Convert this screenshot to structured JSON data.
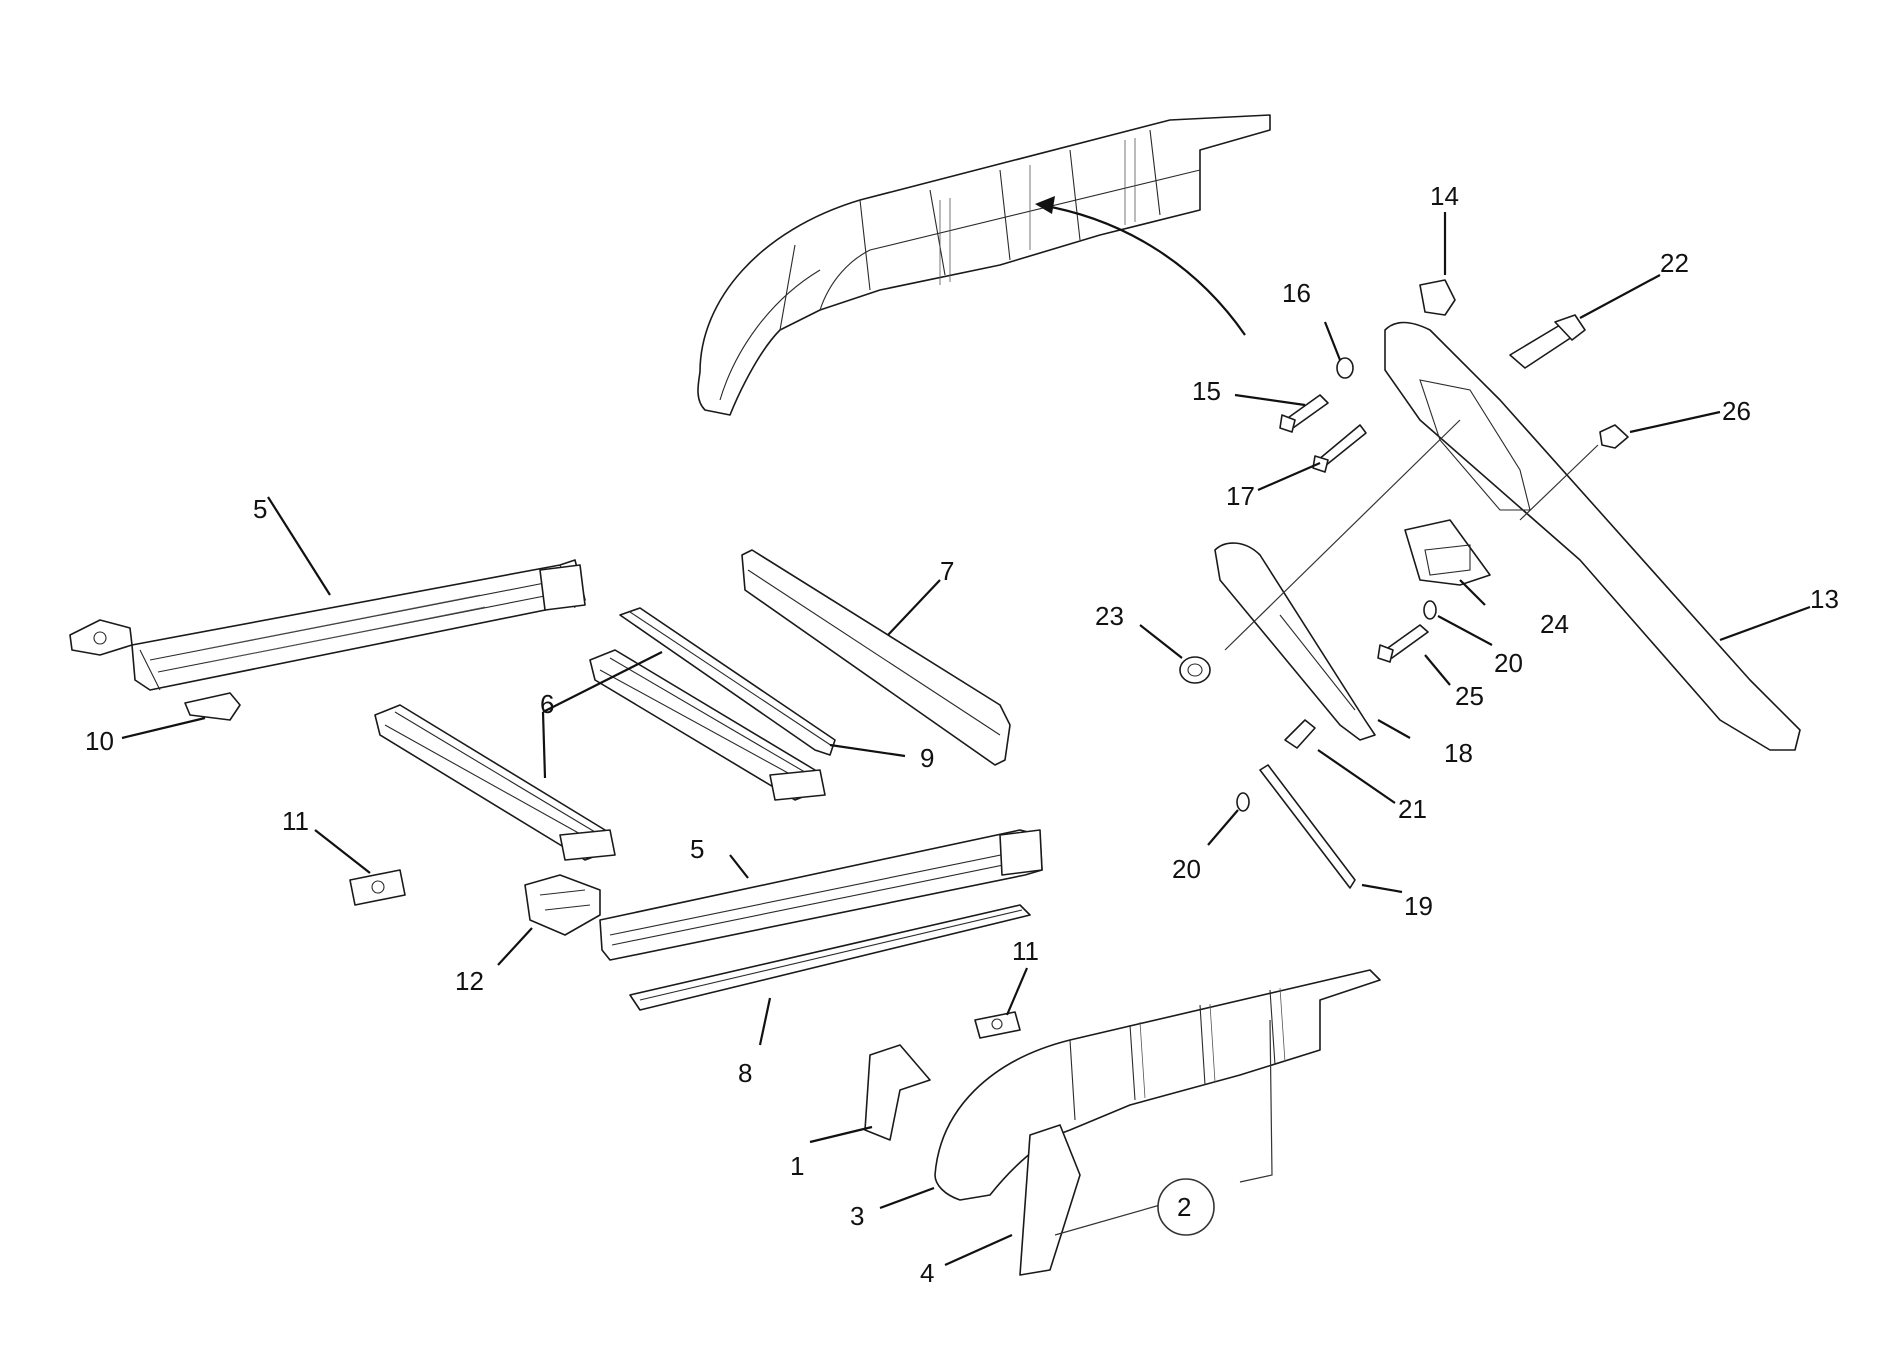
{
  "diagram": {
    "callouts": [
      "1",
      "2",
      "3",
      "4",
      "5",
      "5",
      "6",
      "7",
      "8",
      "9",
      "10",
      "11",
      "11",
      "12",
      "13",
      "14",
      "15",
      "16",
      "17",
      "18",
      "19",
      "20",
      "20",
      "21",
      "22",
      "23",
      "24",
      "25",
      "26"
    ]
  }
}
